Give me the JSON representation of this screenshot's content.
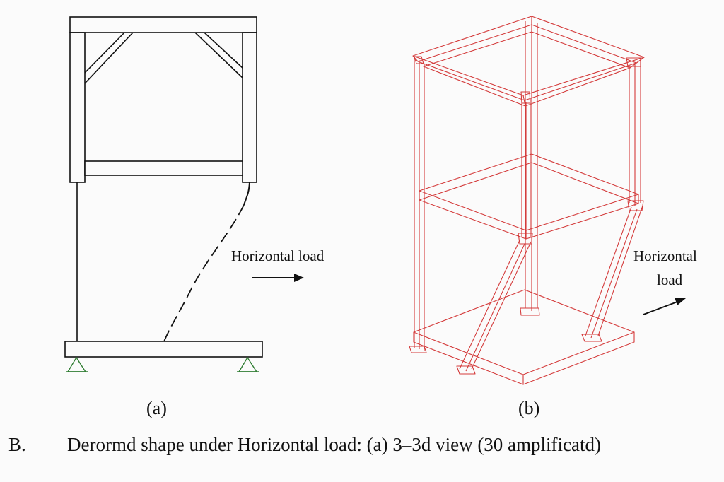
{
  "panels": {
    "a": {
      "label": "(a)",
      "load_label": "Horizontal load"
    },
    "b": {
      "label": "(b)",
      "load_label_line1": "Horizontal",
      "load_label_line2": "load"
    }
  },
  "caption": {
    "number": "B.",
    "text": "Derormd shape under Horizontal load: (a) 3–3d view  (30 amplificatd)"
  },
  "colors": {
    "frame_a": "#111111",
    "frame_b": "#d43b3b",
    "support": "#2f7d32"
  }
}
